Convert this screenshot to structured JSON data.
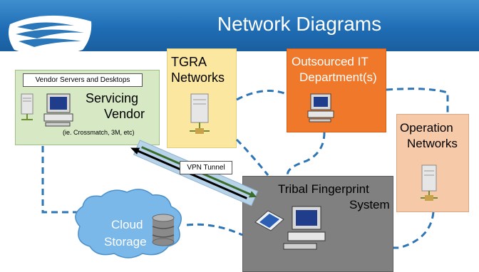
{
  "title": "Network Diagrams",
  "nodes": {
    "vendor": {
      "tag": "Vendor Servers and Desktops",
      "label_line1": "Servicing",
      "label_line2": "Vendor",
      "note": "(ie. Crossmatch, 3M, etc)"
    },
    "tgra": {
      "line1": "TGRA",
      "line2": "Networks"
    },
    "outsourced": {
      "line1": "Outsourced IT",
      "line2": "Department(s)"
    },
    "operation": {
      "line1": "Operation",
      "line2": "Networks"
    },
    "tribal": {
      "line1": "Tribal Fingerprint",
      "line2": "System"
    },
    "cloud": {
      "line1": "Cloud",
      "line2": "Storage"
    }
  },
  "vpn_label": "VPN Tunnel",
  "colors": {
    "title_bar": "#1f6db5",
    "connection": "#2e75b6",
    "vendor_bg": "#d6e8c4",
    "tgra_bg": "#fbe7a0",
    "outsourced_bg": "#f0782a",
    "operation_bg": "#f6c9a8",
    "tribal_bg": "#808080",
    "cloud_fill": "#7ab8ea",
    "vpn_tunnel": "#b7d3ea"
  }
}
